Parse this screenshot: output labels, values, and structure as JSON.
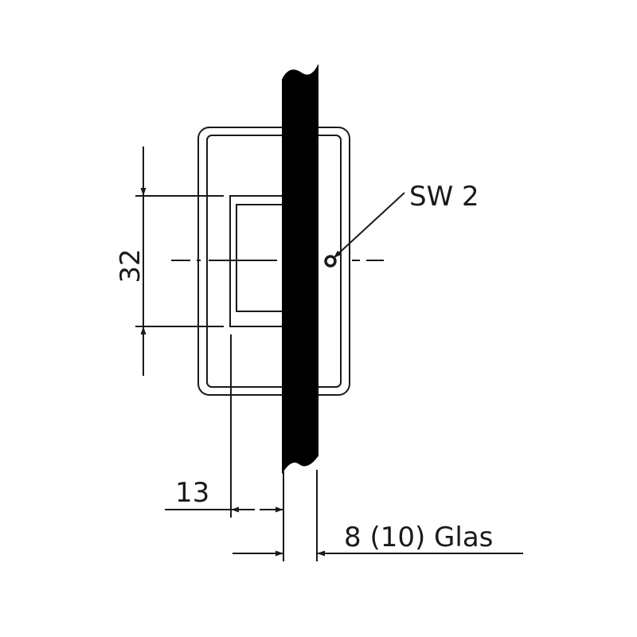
{
  "labels": {
    "hole_spacing": "32",
    "offset": "13",
    "glass_thickness": "8 (10) Glas",
    "screw": "SW 2"
  },
  "colors": {
    "line": "#1a1a1a",
    "glass": "#000000",
    "background": "#ffffff"
  }
}
